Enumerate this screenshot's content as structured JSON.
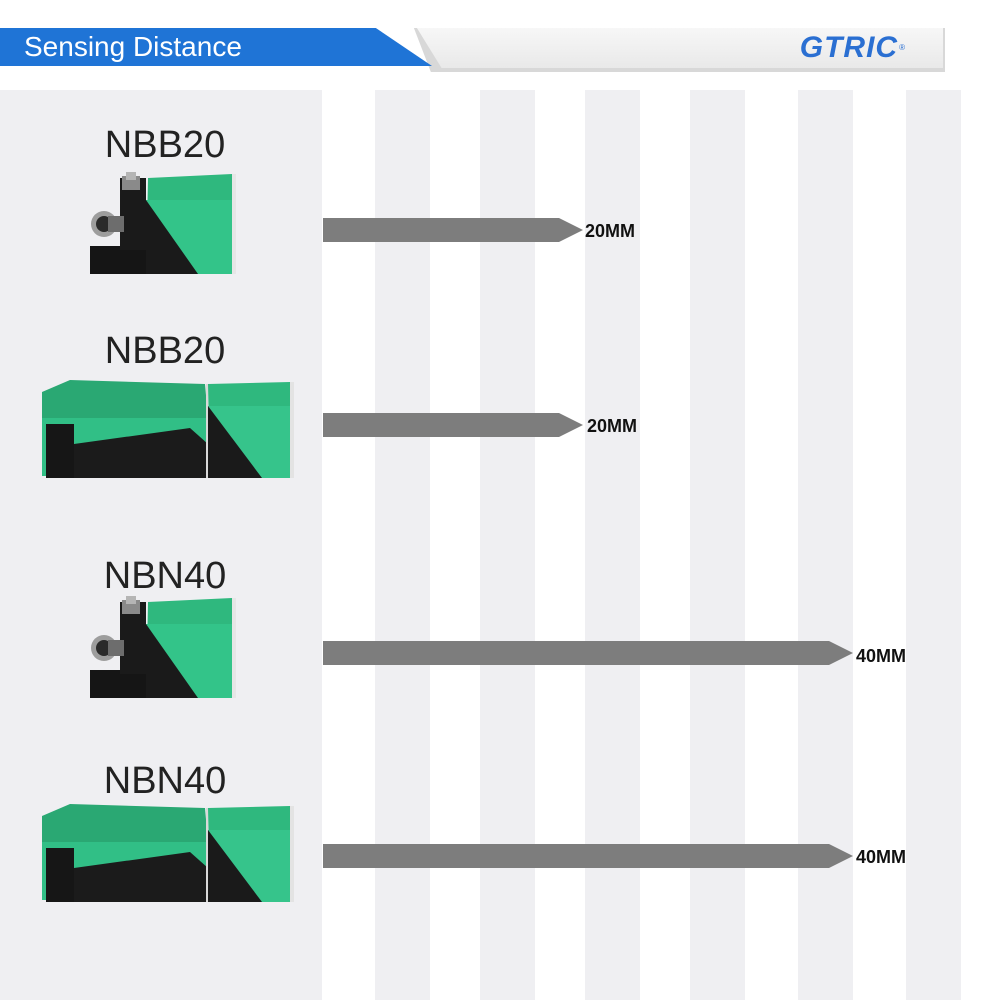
{
  "header": {
    "title": "Sensing Distance",
    "brand": "GTRIC",
    "brand_mark": "®"
  },
  "colors": {
    "accent_blue": "#1f74d6",
    "brand_blue": "#2a6fd2",
    "sensor_green": "#2fb87e",
    "arrow_gray": "#7d7d7d",
    "panel_gray": "#efeff2"
  },
  "items": [
    {
      "model": "NBB20",
      "distance": "20MM",
      "distance_value": 20,
      "variant": "compact"
    },
    {
      "model": "NBB20",
      "distance": "20MM",
      "distance_value": 20,
      "variant": "terminal"
    },
    {
      "model": "NBN40",
      "distance": "40MM",
      "distance_value": 40,
      "variant": "compact"
    },
    {
      "model": "NBN40",
      "distance": "40MM",
      "distance_value": 40,
      "variant": "terminal"
    }
  ]
}
